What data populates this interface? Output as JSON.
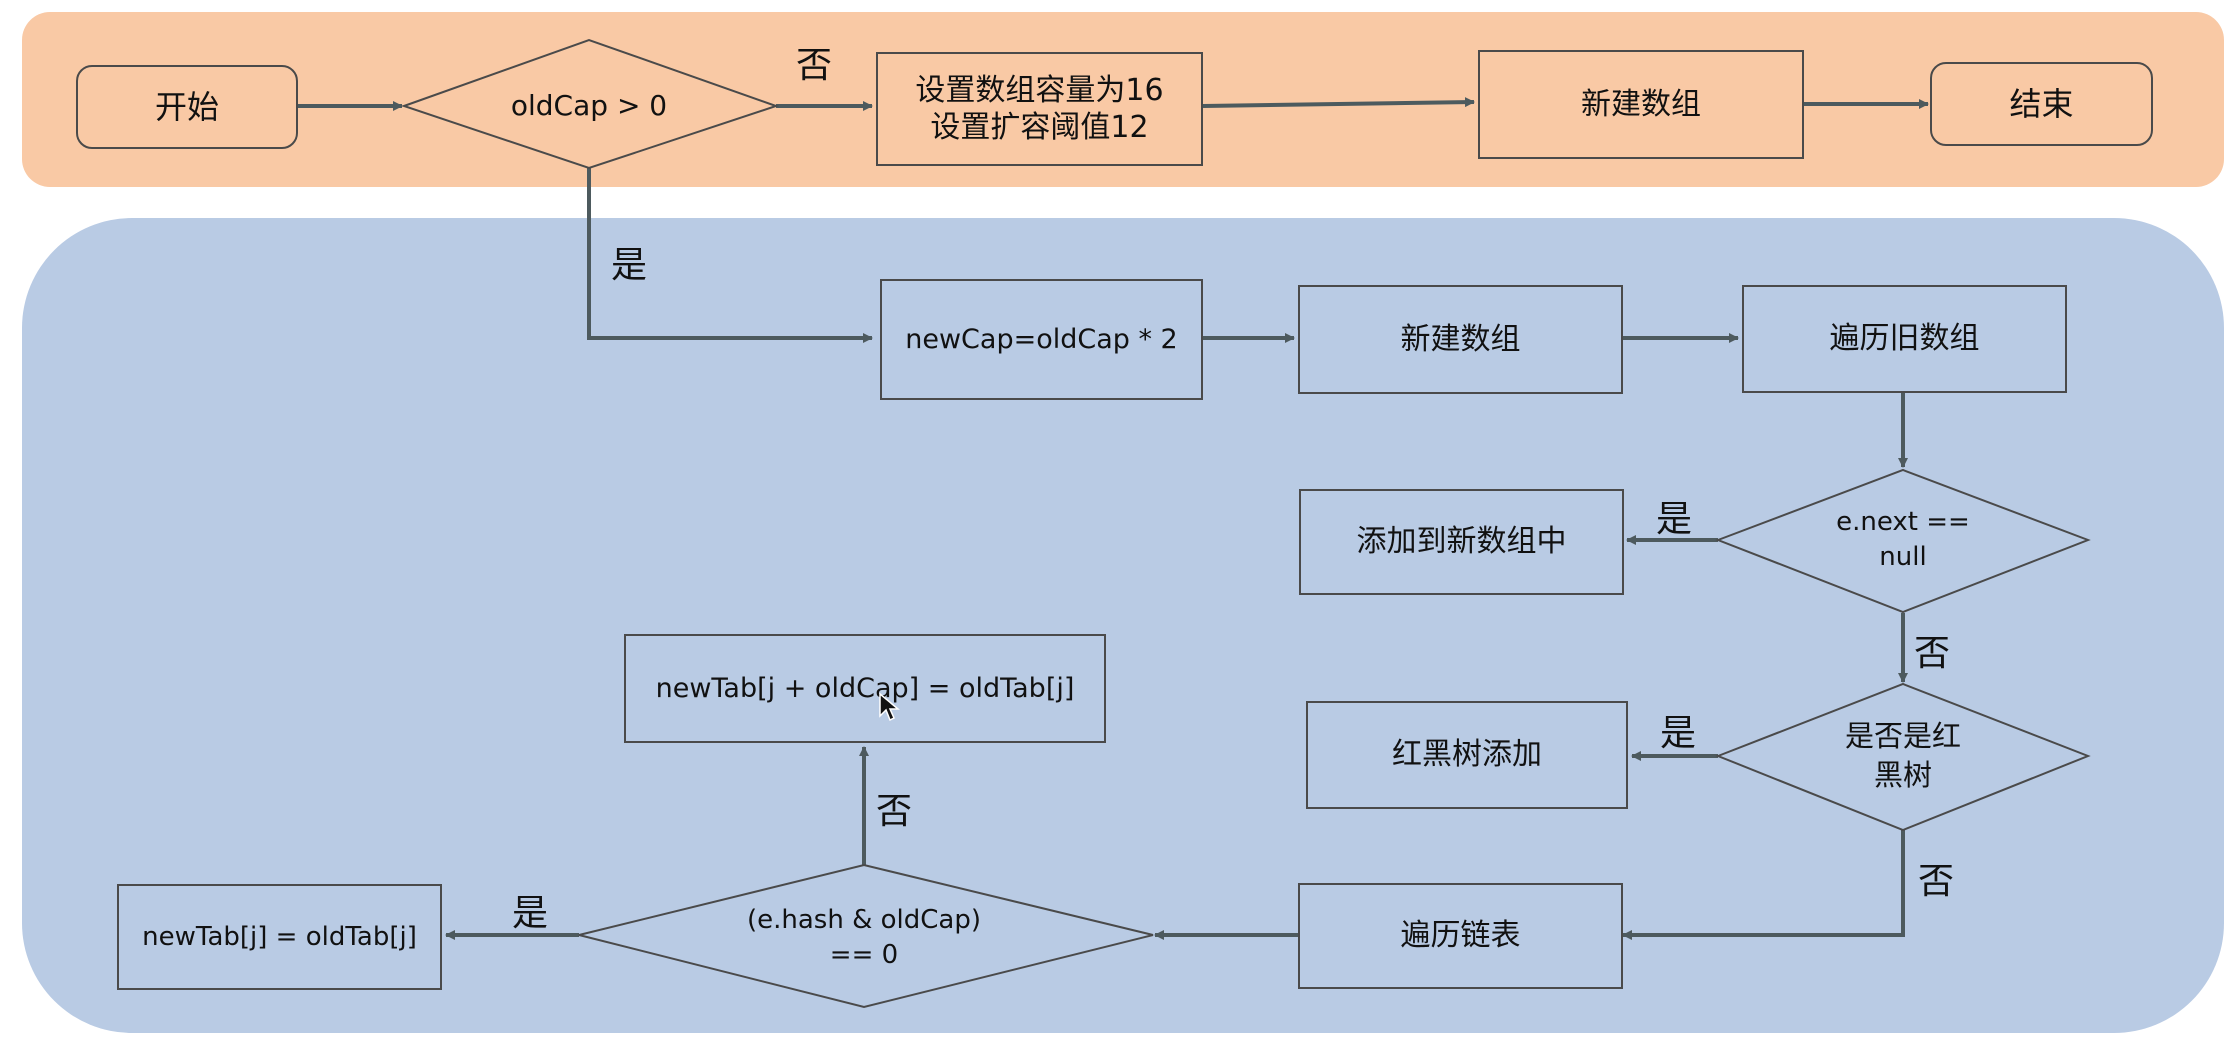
{
  "nodes": {
    "start": "开始",
    "cond_oldcap": "oldCap > 0",
    "set_default": "设置数组容量为16\n设置扩容阈值12",
    "new_array_top": "新建数组",
    "end": "结束",
    "double_cap": "newCap=oldCap * 2",
    "new_array": "新建数组",
    "iterate_old": "遍历旧数组",
    "cond_next_null": "e.next ==\nnull",
    "add_to_new": "添加到新数组中",
    "cond_is_tree": "是否是红\n黑树",
    "tree_add": "红黑树添加",
    "iterate_list": "遍历链表",
    "cond_hash": "(e.hash & oldCap)\n== 0",
    "assign_same": "newTab[j] = oldTab[j]",
    "assign_offset": "newTab[j + oldCap] = oldTab[j]"
  },
  "edge_labels": {
    "oldcap_no": "否",
    "oldcap_yes": "是",
    "next_null_yes": "是",
    "next_null_no": "否",
    "is_tree_yes": "是",
    "is_tree_no": "否",
    "hash_yes": "是",
    "hash_no": "否"
  },
  "colors": {
    "top_band": "#f9c9a5",
    "main_band": "#b9cbe4",
    "line": "#4d5a5e"
  }
}
